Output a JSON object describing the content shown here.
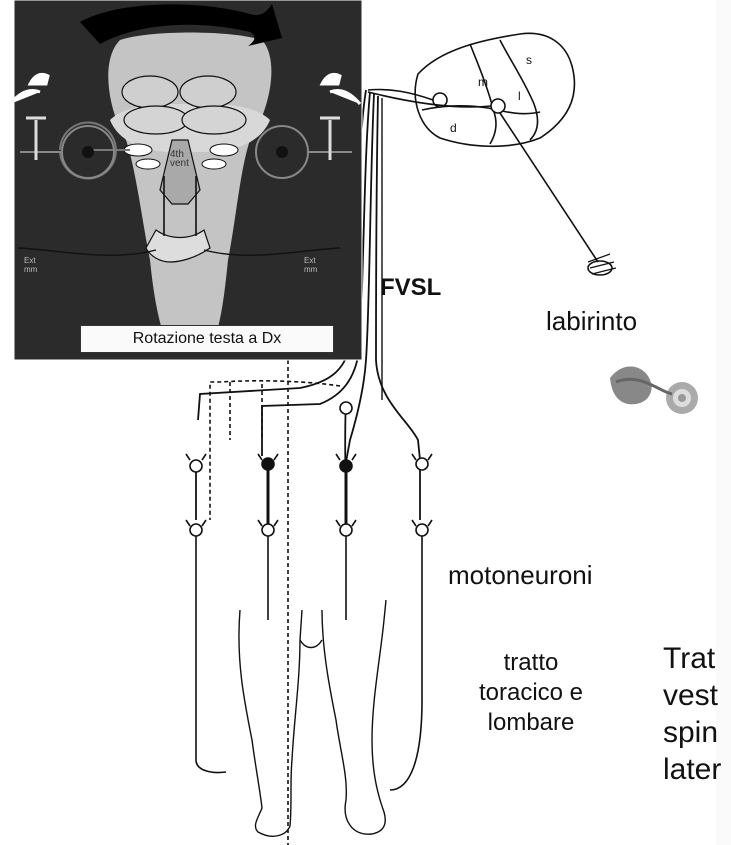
{
  "labels": {
    "fvsl": "FVSL",
    "labirinto": "labirinto",
    "motoneuroni": "motoneuroni",
    "tratto": "tratto\ntoracico e\nlombare",
    "tratto_lateral": "Trat\nvest\nspin\nlater"
  },
  "inset": {
    "caption": "Rotazione testa a Dx",
    "ventricle_label": "4th\nvent",
    "left_label": "Ext\nmm",
    "right_label": "Ext\nmm"
  },
  "labyrinth_parts": [
    "s",
    "m",
    "l",
    "d"
  ],
  "colors": {
    "ink": "#111111",
    "inset_bg": "#2b2b2b",
    "arrow_white": "#ffffff"
  }
}
